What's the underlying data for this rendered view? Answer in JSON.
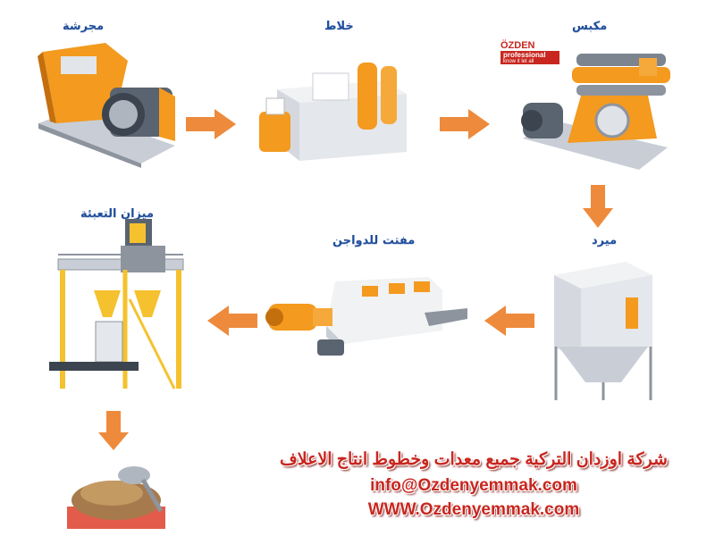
{
  "steps": {
    "crusher": "مجرشة",
    "mixer": "خلاط",
    "press": "مكبس",
    "cooler": "ميرد",
    "crumbler": "مفتت للدواجن",
    "packing": "ميزان التعبئة"
  },
  "brand": {
    "name": "ÖZDEN",
    "tag": "professional",
    "subtitle": "know it let all"
  },
  "contact": {
    "line1": "شركة اوزدان التركية جميع معدات وخطوط انتاج الاعلاف",
    "email": "info@Ozdenyemmak.com",
    "website": "WWW.Ozdenyemmak.com"
  },
  "colors": {
    "label": "#1f4e9c",
    "arrow": "#ee8a3c",
    "machine_orange": "#f39a1f",
    "contact_red": "#c8261f"
  }
}
